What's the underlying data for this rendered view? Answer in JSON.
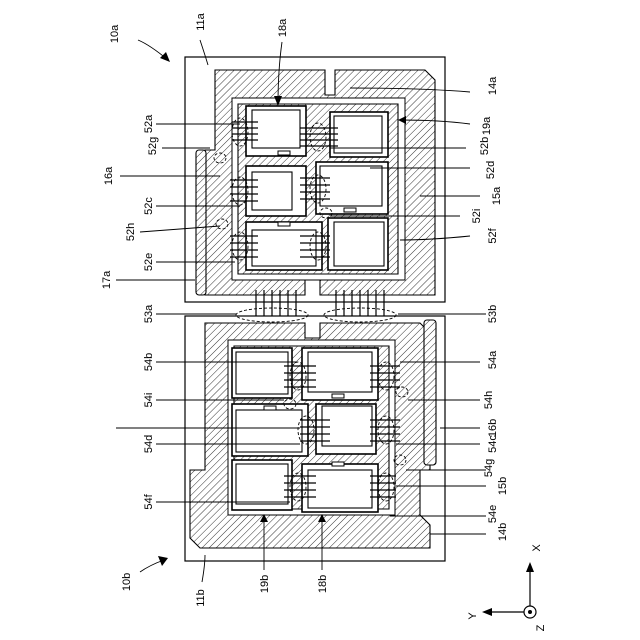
{
  "figure": {
    "device_top": "10a",
    "device_bottom": "10b"
  },
  "labels": {
    "l_10a": "10a",
    "l_11a": "11a",
    "l_18a": "18a",
    "l_14a": "14a",
    "l_52a": "52a",
    "l_52g": "52g",
    "l_19a": "19a",
    "l_52b": "52b",
    "l_16a": "16a",
    "l_52d": "52d",
    "l_15a": "15a",
    "l_52c": "52c",
    "l_52i": "52i",
    "l_52h": "52h",
    "l_52f": "52f",
    "l_52e": "52e",
    "l_17a": "17a",
    "l_53a": "53a",
    "l_53b": "53b",
    "l_54b": "54b",
    "l_54a": "54a",
    "l_54i": "54i",
    "l_54h": "54h",
    "l_16b": "16b",
    "l_54d": "54d",
    "l_54c": "54c",
    "l_54g": "54g",
    "l_15b": "15b",
    "l_54f": "54f",
    "l_54e": "54e",
    "l_14b": "14b",
    "l_10b": "10b",
    "l_11b": "11b",
    "l_19b": "19b",
    "l_18b": "18b"
  },
  "axes": {
    "x": "X",
    "y": "Y",
    "z": "Z"
  }
}
